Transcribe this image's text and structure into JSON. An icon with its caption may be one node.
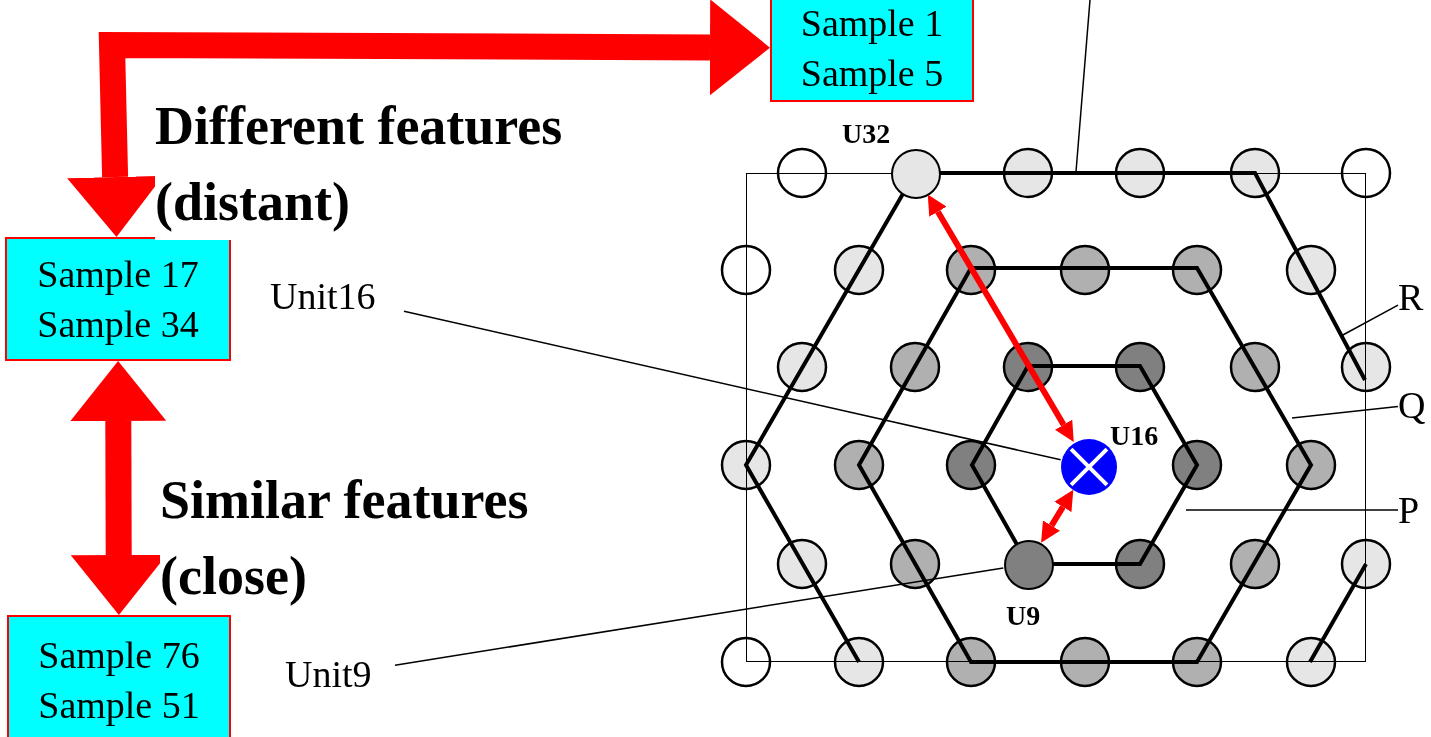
{
  "diagram": {
    "nodes": [
      {
        "text": [
          "Sample 1",
          "Sample 5"
        ]
      },
      {
        "text": [
          "Sample 17",
          "Sample 34"
        ]
      },
      {
        "text": [
          "Sample 76",
          "Sample 51"
        ]
      },
      {
        "text": [],
        "shape": "box"
      },
      {
        "text": [],
        "shape": "circle",
        "in": 3,
        "beside": [
          "U32"
        ]
      },
      {
        "text": [],
        "shape": "circle",
        "in": 3,
        "beside": [
          "U16"
        ]
      },
      {
        "text": [],
        "shape": "circle",
        "in": 3,
        "beside": [
          "U9"
        ]
      },
      {
        "text": [
          "Unit16"
        ]
      },
      {
        "text": [
          "Unit9"
        ]
      },
      {
        "text": [
          "R"
        ]
      },
      {
        "text": [
          "Q"
        ]
      },
      {
        "text": [
          "P"
        ]
      }
    ],
    "edges": [
      {
        "from": 1,
        "to": 0,
        "arrow": "both",
        "label": "Different features (distant)",
        "style": "thick",
        "color": "#ff0000"
      },
      {
        "from": 1,
        "to": 2,
        "arrow": "both",
        "label": "Similar features (close)",
        "style": "thick",
        "color": "#ff0000"
      },
      {
        "from": 4,
        "to": 5,
        "arrow": "both",
        "style": "thick",
        "color": "#ff0000"
      },
      {
        "from": 6,
        "to": 5,
        "arrow": "both",
        "style": "thick",
        "color": "#ff0000"
      },
      {
        "from": 7,
        "to": 5,
        "arrow": "none"
      },
      {
        "from": 8,
        "to": 6,
        "arrow": "none"
      },
      {
        "from": 9,
        "to": null,
        "arrow": "none"
      },
      {
        "from": 10,
        "to": null,
        "arrow": "none"
      },
      {
        "from": 11,
        "to": null,
        "arrow": "none"
      },
      {
        "from": null,
        "to": 3,
        "arrow": "none"
      }
    ]
  }
}
